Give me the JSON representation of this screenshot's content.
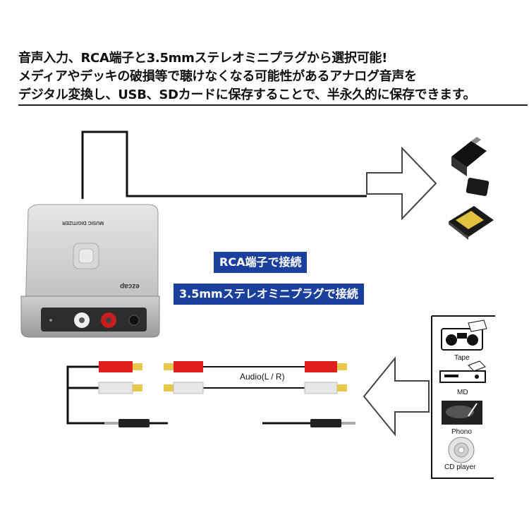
{
  "headline": {
    "line1": "音声入力、RCA端子と3.5mmステレオミニプラグから選択可能!",
    "line2": "メディアやデッキの破損等で聴けなくなる可能性があるアナログ音声を",
    "line3": "デジタル変換し、USB、SDカードに保存することで、半永久的に保存できます。"
  },
  "badges": {
    "rca": "RCA端子で接続",
    "mini": "3.5mmステレオミニプラグで接続"
  },
  "device": {
    "top_label": "MUSIC DIGITIZER",
    "brand": "ezcap"
  },
  "cable_label": "Audio(L / R)",
  "sources": {
    "tape": "Tape",
    "md": "MD",
    "phono": "Phono",
    "cd": "CD player"
  },
  "icons": [
    "usb-drive-icon",
    "sd-card-icon",
    "tape-deck-icon",
    "md-player-icon",
    "turntable-icon",
    "cd-icon"
  ]
}
